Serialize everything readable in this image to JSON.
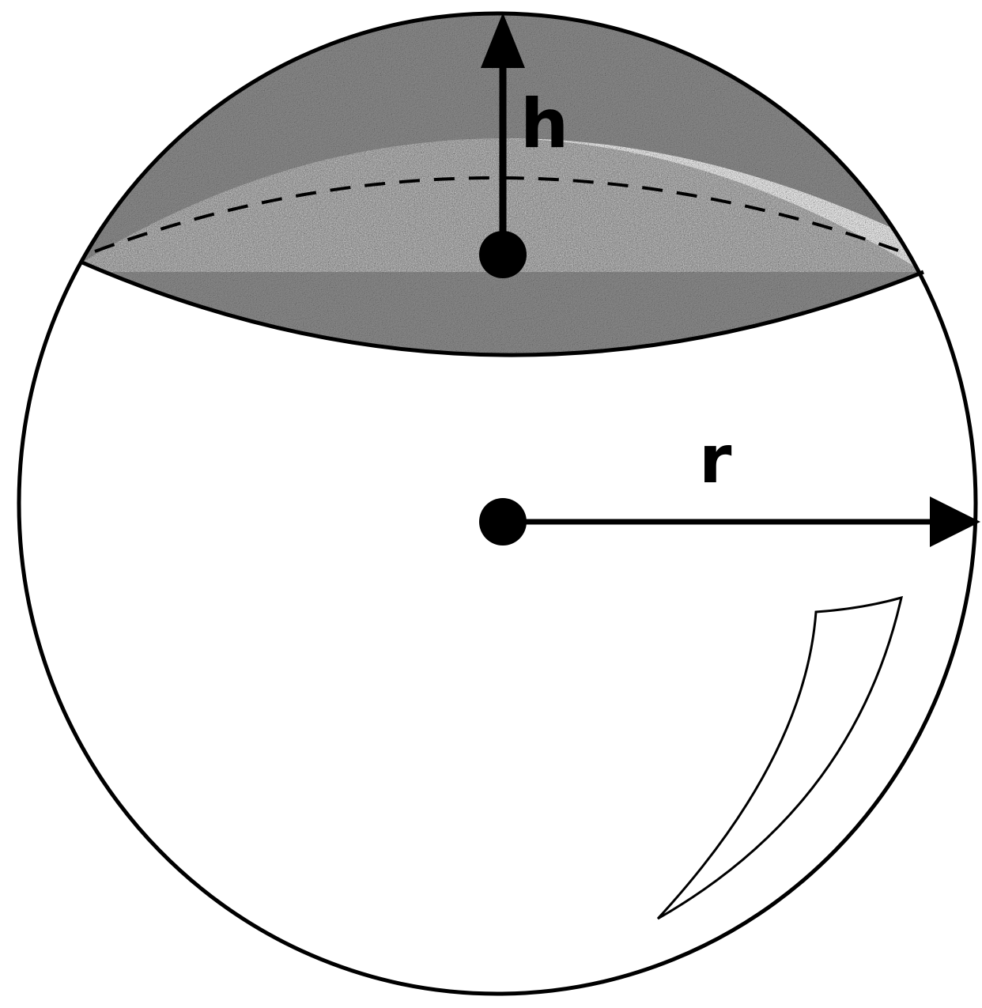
{
  "diagram": {
    "labels": {
      "cap_height": "h",
      "radius": "r"
    },
    "colors": {
      "outline": "#000000",
      "cap_fill": "#8f8f8f",
      "background": "#ffffff"
    },
    "parts": [
      "sphere-outline",
      "spherical-cap-shaded",
      "cap-base-hidden-edge-dashed",
      "height-arrow",
      "radius-arrow",
      "center-point",
      "cap-base-center-point",
      "highlight-reflection"
    ]
  }
}
